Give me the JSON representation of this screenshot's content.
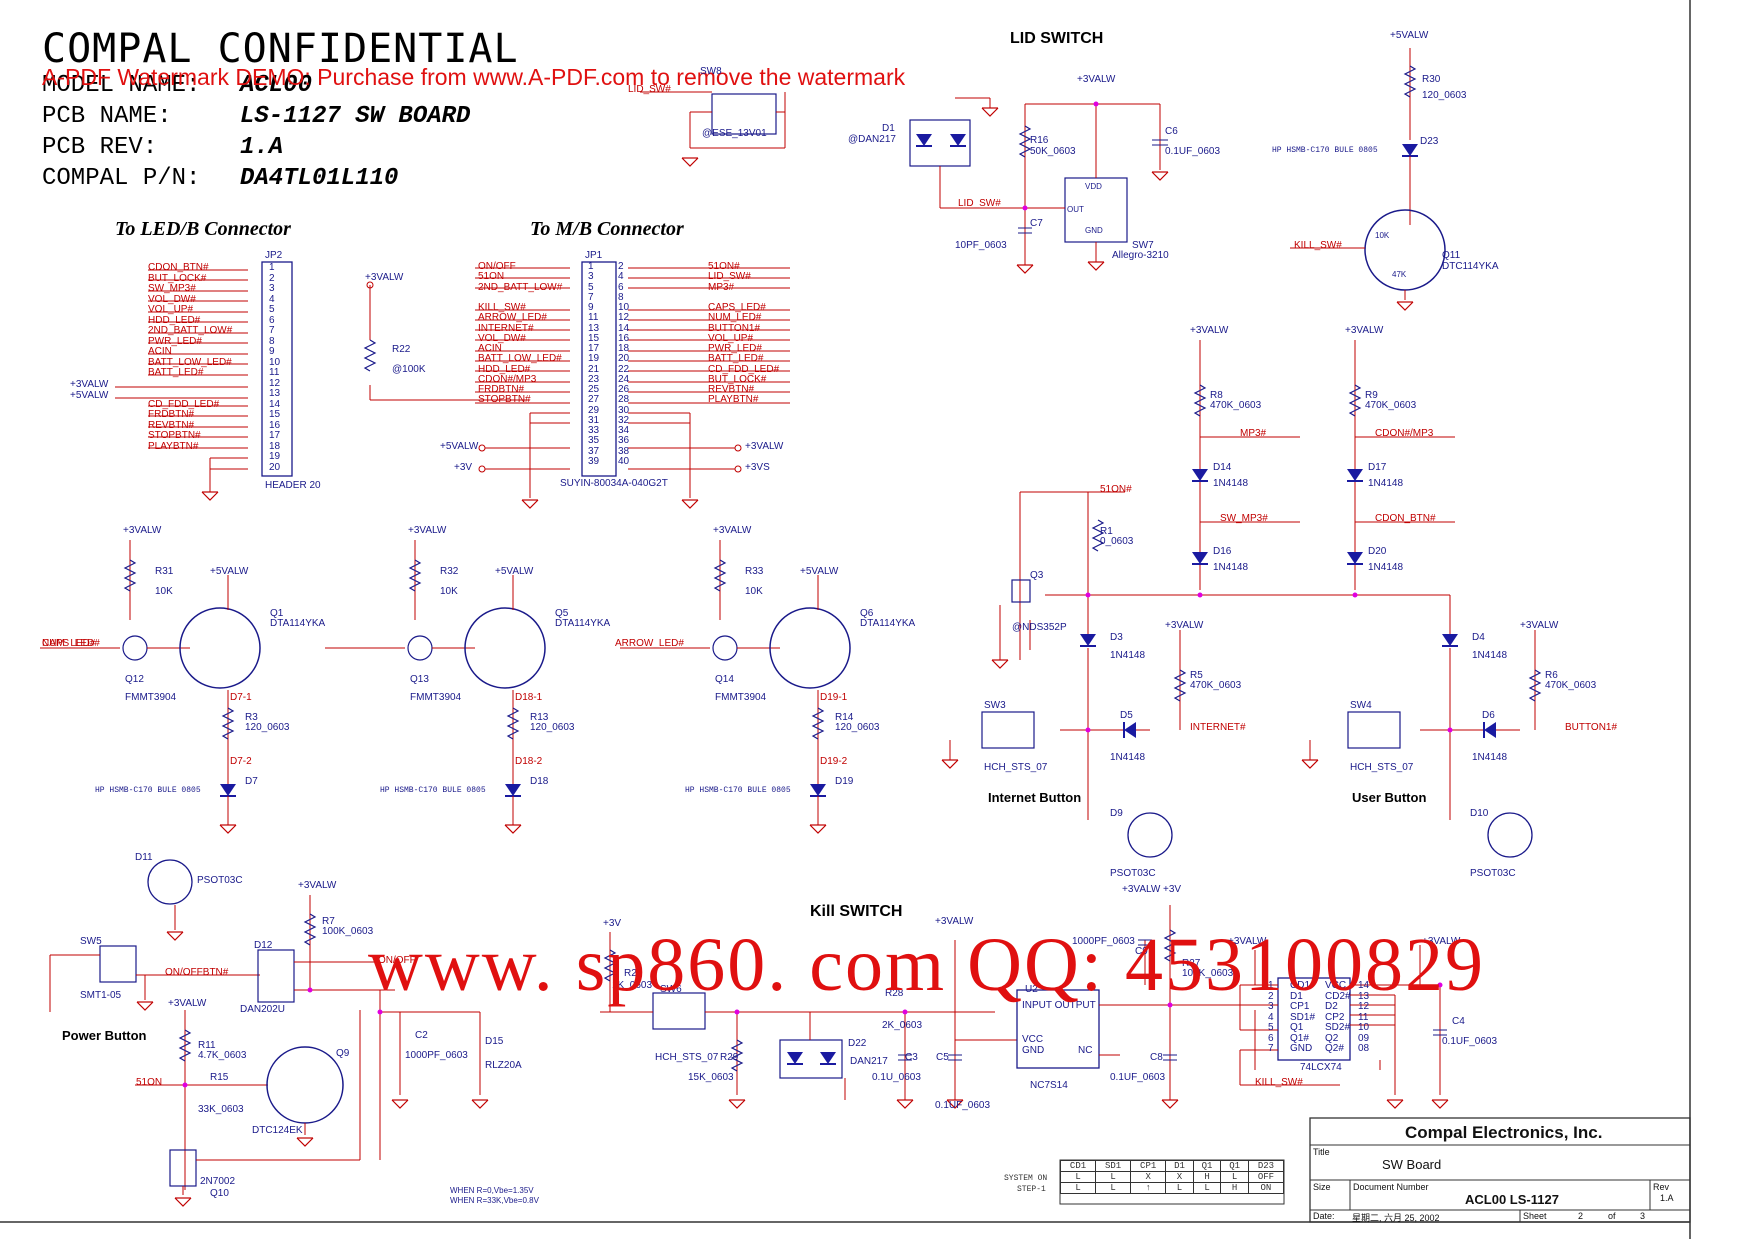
{
  "header": {
    "confidential": "COMPAL CONFIDENTIAL",
    "model_label": "MODEL NAME:",
    "model_value": "ACL00",
    "pcb_name_label": "PCB NAME:",
    "pcb_name_value": "LS-1127  SW BOARD",
    "pcb_rev_label": "PCB REV:",
    "pcb_rev_value": "1.A",
    "pn_label": "COMPAL P/N:",
    "pn_value": "DA4TL01L110"
  },
  "watermarks": {
    "apdf": "A-PDF Watermark DEMO: Purchase from www.A-PDF.com to remove the watermark",
    "site": "www. sp860. com   QQ: 453100829"
  },
  "sections": {
    "led_connector": "To LED/B Connector",
    "mb_connector": "To M/B Connector",
    "lid_switch": "LID SWITCH",
    "kill_switch": "Kill SWITCH",
    "power_button": "Power Button",
    "internet_button": "Internet Button",
    "user_button": "User Button"
  },
  "jp2": {
    "ref": "JP2",
    "footprint": "HEADER 20",
    "pins": [
      "1",
      "2",
      "3",
      "4",
      "5",
      "6",
      "7",
      "8",
      "9",
      "10",
      "11",
      "12",
      "13",
      "14",
      "15",
      "16",
      "17",
      "18",
      "19",
      "20"
    ],
    "nets": [
      "CDON_BTN#",
      "BUT_LOCK#",
      "SW_MP3#",
      "VOL_DW#",
      "VOL_UP#",
      "HDD_LED#",
      "2ND_BATT_LOW#",
      "PWR_LED#",
      "ACIN",
      "BATT_LOW_LED#",
      "BATT_LED#",
      "",
      "",
      "CD_FDD_LED#",
      "FRDBTN#",
      "REVBTN#",
      "STOPBTN#",
      "PLAYBTN#",
      "",
      ""
    ],
    "power_a": "+3VALW",
    "power_b": "+5VALW"
  },
  "jp1": {
    "ref": "JP1",
    "footprint": "SUYIN-80034A-040G2T",
    "left_pins": [
      "1",
      "3",
      "5",
      "7",
      "9",
      "11",
      "13",
      "15",
      "17",
      "19",
      "21",
      "23",
      "25",
      "27",
      "29",
      "31",
      "33",
      "35",
      "37",
      "39"
    ],
    "right_pins": [
      "2",
      "4",
      "6",
      "8",
      "10",
      "12",
      "14",
      "16",
      "18",
      "20",
      "22",
      "24",
      "26",
      "28",
      "30",
      "32",
      "34",
      "36",
      "38",
      "40"
    ],
    "left_nets": [
      "ON/OFF",
      "51ON",
      "2ND_BATT_LOW#",
      "",
      "KILL_SW#",
      "ARROW_LED#",
      "INTERNET#",
      "VOL_DW#",
      "ACIN",
      "BATT_LOW_LED#",
      "HDD_LED#",
      "CDON#/MP3",
      "FRDBTN#",
      "STOPBTN#",
      "",
      "",
      "",
      "",
      "",
      ""
    ],
    "right_nets": [
      "51ON#",
      "LID_SW#",
      "MP3#",
      "",
      "CAPS_LED#",
      "NUM_LED#",
      "BUTTON1#",
      "VOL_UP#",
      "PWR_LED#",
      "BATT_LED#",
      "CD_FDD_LED#",
      "BUT_LOCK#",
      "REVBTN#",
      "PLAYBTN#",
      "",
      "",
      "",
      "",
      "",
      ""
    ],
    "pwr_left_1": "+5VALW",
    "pwr_left_2": "+3V",
    "pwr_right_1": "+3VALW",
    "pwr_right_2": "+3VS",
    "r22_pwr": "+3VALW",
    "r22_ref": "R22",
    "r22_val": "@100K"
  },
  "led_drivers": [
    {
      "net": "CAPS_LED#",
      "pwr": "+3VALW",
      "r_ref": "R31",
      "r_val": "10K",
      "q_ref": "Q12",
      "q_part": "FMMT3904",
      "qp_ref": "Q1",
      "qp_part": "DTA114YKA",
      "pwr5": "+5VALW",
      "led_net1": "D7-1",
      "r2_ref": "R3",
      "r2_val": "120_0603",
      "led_net2": "D7-2",
      "led_ref": "D7",
      "led_part": "HP HSMB-C170 BULE 0805"
    },
    {
      "net": "NUM_LED#",
      "pwr": "+3VALW",
      "r_ref": "R32",
      "r_val": "10K",
      "q_ref": "Q13",
      "q_part": "FMMT3904",
      "qp_ref": "Q5",
      "qp_part": "DTA114YKA",
      "pwr5": "+5VALW",
      "led_net1": "D18-1",
      "r2_ref": "R13",
      "r2_val": "120_0603",
      "led_net2": "D18-2",
      "led_ref": "D18",
      "led_part": "HP HSMB-C170 BULE 0805"
    },
    {
      "net": "ARROW_LED#",
      "pwr": "+3VALW",
      "r_ref": "R33",
      "r_val": "10K",
      "q_ref": "Q14",
      "q_part": "FMMT3904",
      "qp_ref": "Q6",
      "qp_part": "DTA114YKA",
      "pwr5": "+5VALW",
      "led_net1": "D19-1",
      "r2_ref": "R14",
      "r2_val": "120_0603",
      "led_net2": "D19-2",
      "led_ref": "D19",
      "led_part": "HP HSMB-C170 BULE 0805"
    }
  ],
  "lid": {
    "sw8_net": "LID_SW#",
    "sw8_part": "@ESE_13V01",
    "sw8_ref": "SW8",
    "d1_ref": "D1",
    "d1_part": "@DAN217",
    "pwr": "+3VALW",
    "r16_ref": "R16",
    "r16_val": "50K_0603",
    "c6_ref": "C6",
    "c6_val": "0.1UF_0603",
    "c7_ref": "C7",
    "c7_val": "10PF_0603",
    "sw7_ref": "SW7",
    "sw7_part": "Allegro-3210",
    "vdd": "VDD",
    "out": "OUT",
    "gnd": "GND",
    "net": "LID_SW#"
  },
  "top_right": {
    "pwr": "+5VALW",
    "r30_ref": "R30",
    "r30_val": "120_0603",
    "d23_ref": "D23",
    "d23_part": "HP HSMB-C170 BULE 0805",
    "kill_net": "KILL_SW#",
    "q11_ref": "Q11",
    "q11_part": "DTC114YKA",
    "q11_r1": "10K",
    "q11_r2": "47K"
  },
  "diode_matrix": {
    "pwr": "+3VALW",
    "r8_ref": "R8",
    "r8_val": "470K_0603",
    "r9_ref": "R9",
    "r9_val": "470K_0603",
    "mp3": "MP3#",
    "cdon_mp3": "CDON#/MP3",
    "d14": "D14",
    "d17": "D17",
    "d16": "D16",
    "d20": "D20",
    "diode_part": "1N4148",
    "sw_mp3": "SW_MP3#",
    "cdon_btn": "CDON_BTN#",
    "net_51on": "51ON#",
    "r1_ref": "R1",
    "r1_val": "0_0603",
    "q3_ref": "Q3",
    "q3_part": "@NDS352P"
  },
  "buttons": {
    "d3": "D3",
    "d4": "D4",
    "d5": "D5",
    "d6": "D6",
    "r5_ref": "R5",
    "r5_val": "470K_0603",
    "r6_ref": "R6",
    "r6_val": "470K_0603",
    "sw3": "SW3",
    "sw4": "SW4",
    "sw_part": "HCH_STS_07",
    "internet_net": "INTERNET#",
    "button1_net": "BUTTON1#",
    "d9": "D9",
    "d10": "D10",
    "psot": "PSOT03C",
    "pwr": "+3VALW"
  },
  "power_btn": {
    "d11": "D11",
    "psot": "PSOT03C",
    "sw5": "SW5",
    "sw5_part": "SMT1-05",
    "net_onoff": "ON/OFFBTN#",
    "d12": "D12",
    "d12_part": "DAN202U",
    "pwr": "+3VALW",
    "r7_ref": "R7",
    "r7_val": "100K_0603",
    "net_onoff2": "ON/OFF",
    "c2_ref": "C2",
    "c2_val": "1000PF_0603",
    "d15": "D15",
    "d15_part": "RLZ20A",
    "r11_ref": "R11",
    "r11_val": "4.7K_0603",
    "r15_ref": "R15",
    "r15_val": "33K_0603",
    "net_51on": "51ON",
    "q9_ref": "Q9",
    "q9_part": "DTC124EK",
    "q10_ref": "Q10",
    "q10_part": "2N7002",
    "note1": "WHEN R=0,Vbe=1.35V",
    "note2": "WHEN R=33K,Vbe=0.8V"
  },
  "kill": {
    "pwr3v": "+3V",
    "r26": "R26",
    "r26_val": "1K_0603",
    "sw6": "SW6",
    "sw6_part": "HCH_STS_07",
    "r29": "R29",
    "r29_val": "15K_0603",
    "d22": "D22",
    "d22_part": "DAN217",
    "r28": "R28",
    "r28_val": "2K_0603",
    "c3": "C3",
    "c3_val": "0.1U_0603",
    "c5": "C5",
    "c5_val": "0.1UF_0603",
    "pwr": "+3VALW",
    "u2": "U2",
    "u2_part": "NC7S14",
    "u2_io": "INPUT OUTPUT",
    "u2_vcc": "VCC",
    "u2_gnd": "GND",
    "u2_nc": "NC",
    "c9": "C9",
    "c9_val": "1000PF_0603",
    "r27": "R27",
    "r27_val": "100K_0603",
    "c8": "C8",
    "c8_val": "0.1UF_0603",
    "u3": "74LCX74",
    "u3_left": [
      "CD1",
      "D1",
      "CP1",
      "SD1#",
      "Q1",
      "Q1#",
      "GND"
    ],
    "u3_right": [
      "VCC",
      "CD2#",
      "D2",
      "CP2",
      "SD2#",
      "Q2",
      "Q2#"
    ],
    "u3_lpins": [
      "1",
      "2",
      "3",
      "4",
      "5",
      "6",
      "7"
    ],
    "u3_rpins": [
      "14",
      "13",
      "12",
      "11",
      "10",
      "09",
      "08"
    ],
    "c4": "C4",
    "c4_val": "0.1UF_0603",
    "kill_net": "KILL_SW#",
    "pwr_a": "+3VALW",
    "pwr_b": "+3V"
  },
  "truth_table": {
    "headers": [
      "CD1",
      "SD1",
      "CP1",
      "D1",
      "Q1",
      "Q1",
      "D23"
    ],
    "row1_label": "SYSTEM ON",
    "row2_label": "STEP-1",
    "row1": [
      "L",
      "L",
      "X",
      "X",
      "H",
      "L",
      "OFF"
    ],
    "row2": [
      "L",
      "L",
      "↑",
      "L",
      "L",
      "H",
      "ON"
    ]
  },
  "title_block": {
    "company": "Compal Electronics, Inc.",
    "title_label": "Title",
    "title": "SW Board",
    "size_label": "Size",
    "docnum_label": "Document Number",
    "docnum": "ACL00 LS-1127",
    "rev_label": "Rev",
    "rev": "1.A",
    "date_label": "Date:",
    "date": "星期二, 六月 25, 2002",
    "sheet_label": "Sheet",
    "sheet": "2",
    "of_label": "of",
    "of": "3"
  },
  "colors": {
    "wire": "#c00000",
    "component": "#1a1a8a",
    "pin": "#7a1f7a",
    "junction": "#e000e0"
  }
}
